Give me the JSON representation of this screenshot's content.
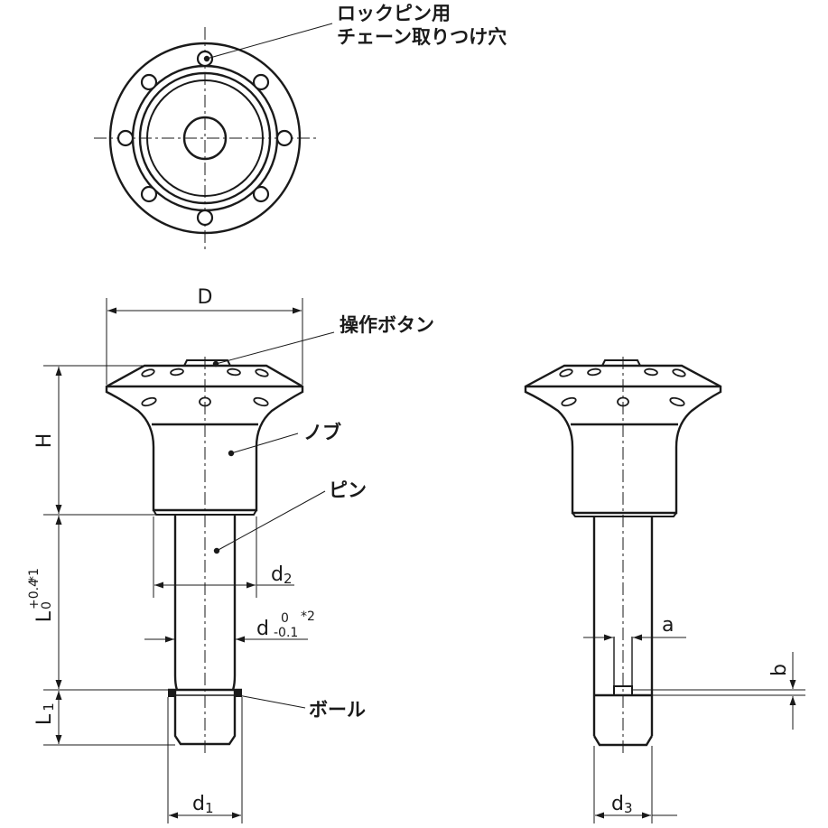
{
  "labels": {
    "chain_hole_line1": "ロックピン用",
    "chain_hole_line2": "チェーン取りつけ穴",
    "button": "操作ボタン",
    "knob": "ノブ",
    "pin": "ピン",
    "ball": "ボール"
  },
  "dimensions": {
    "D": "D",
    "H": "H",
    "L": "L",
    "L_tol_upper": "+0.4",
    "L_tol_lower": "0",
    "L_note": "*1",
    "L1_main": "L",
    "L1_sub": "1",
    "d2_main": "d",
    "d2_sub": "2",
    "d": "d",
    "d_tol_upper": "0",
    "d_tol_lower": "-0.1",
    "d_note": "*2",
    "d1_main": "d",
    "d1_sub": "1",
    "d3_main": "d",
    "d3_sub": "3",
    "a": "a",
    "b": "b"
  },
  "colors": {
    "line": "#1a1a1a",
    "background": "#ffffff"
  }
}
